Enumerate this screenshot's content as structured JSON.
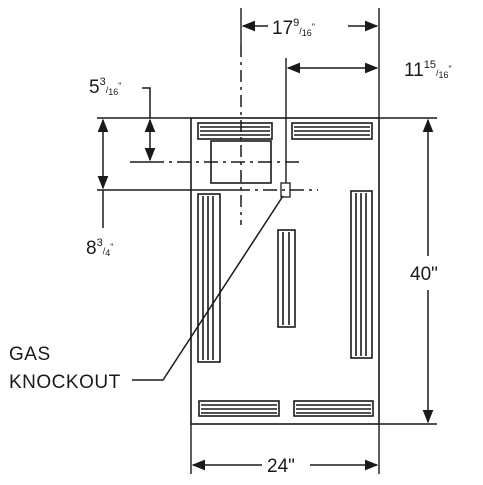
{
  "diagram": {
    "labels": {
      "overall_width": {
        "whole": "17",
        "num": "9",
        "den": "16",
        "mark": "\""
      },
      "gas_offset": {
        "whole": "11",
        "num": "15",
        "den": "16",
        "mark": "\""
      },
      "vent_drop": {
        "whole": "5",
        "num": "3",
        "den": "16",
        "mark": "\""
      },
      "gas_height": {
        "whole": "8",
        "num": "3",
        "den": "4",
        "mark": "\""
      },
      "height": "40\"",
      "width": "24\"",
      "callout_line1": "GAS",
      "callout_line2": "KNOCKOUT"
    }
  }
}
